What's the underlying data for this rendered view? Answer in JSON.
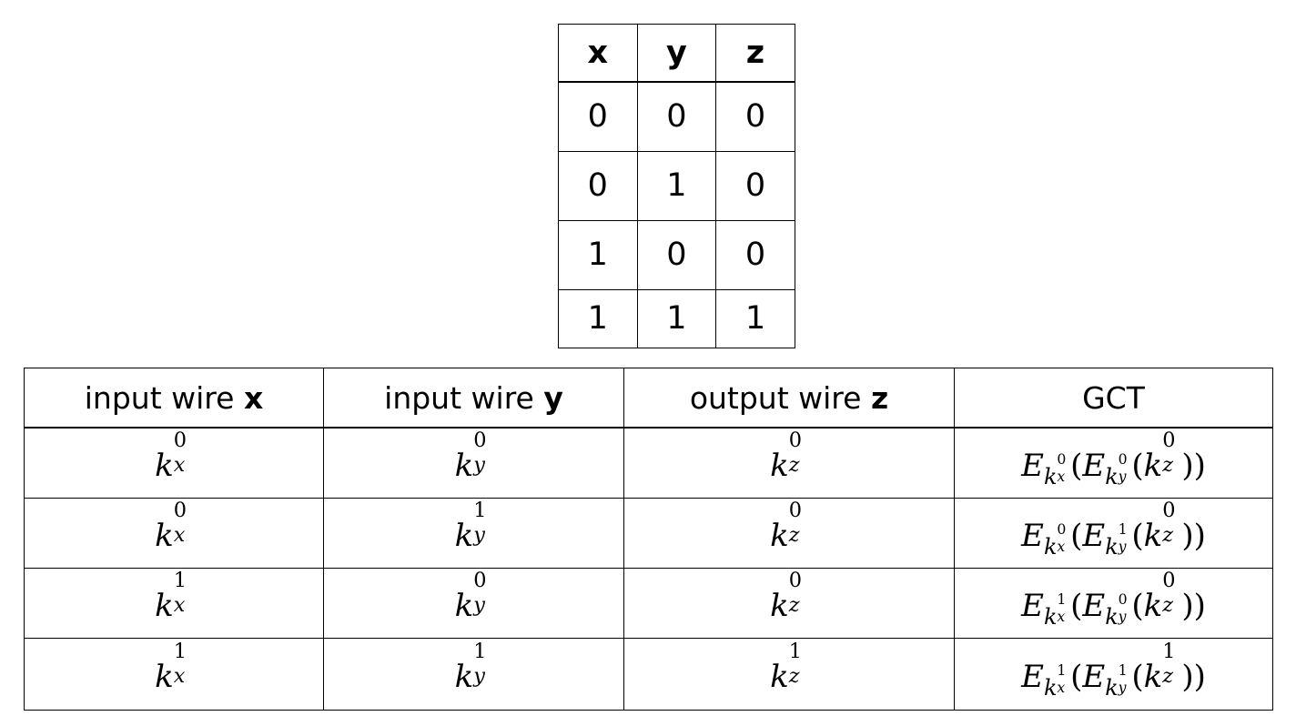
{
  "figure": {
    "kind": "garbled-circuit-tables",
    "description": "AND gate truth table and corresponding garbled computation table"
  },
  "truth_table": {
    "name": "and-gate-truth-table",
    "headers": [
      "x",
      "y",
      "z"
    ],
    "rows": [
      [
        "0",
        "0",
        "0"
      ],
      [
        "0",
        "1",
        "0"
      ],
      [
        "1",
        "0",
        "0"
      ],
      [
        "1",
        "1",
        "1"
      ]
    ]
  },
  "gct_table": {
    "name": "garbled-computation-table",
    "headers": [
      {
        "prefix": "input wire ",
        "variable": "x"
      },
      {
        "prefix": "input wire ",
        "variable": "y"
      },
      {
        "prefix": "output wire ",
        "variable": "z"
      },
      {
        "prefix": "GCT",
        "variable": ""
      }
    ],
    "rows": [
      {
        "x": {
          "base": "k",
          "sub": "x",
          "sup": "0"
        },
        "y": {
          "base": "k",
          "sub": "y",
          "sup": "0"
        },
        "z": {
          "base": "k",
          "sub": "z",
          "sup": "0"
        },
        "gct": {
          "outer": {
            "base": "E",
            "key": {
              "base": "k",
              "sub": "x",
              "sup": "0"
            }
          },
          "inner": {
            "base": "E",
            "key": {
              "base": "k",
              "sub": "y",
              "sup": "0"
            }
          },
          "payload": {
            "base": "k",
            "sub": "z",
            "sup": "0"
          },
          "text": "E_{k_x^0}(E_{k_y^0}(k_z^0))"
        }
      },
      {
        "x": {
          "base": "k",
          "sub": "x",
          "sup": "0"
        },
        "y": {
          "base": "k",
          "sub": "y",
          "sup": "1"
        },
        "z": {
          "base": "k",
          "sub": "z",
          "sup": "0"
        },
        "gct": {
          "outer": {
            "base": "E",
            "key": {
              "base": "k",
              "sub": "x",
              "sup": "0"
            }
          },
          "inner": {
            "base": "E",
            "key": {
              "base": "k",
              "sub": "y",
              "sup": "1"
            }
          },
          "payload": {
            "base": "k",
            "sub": "z",
            "sup": "0"
          },
          "text": "E_{k_x^0}(E_{k_y^1}(k_z^0))"
        }
      },
      {
        "x": {
          "base": "k",
          "sub": "x",
          "sup": "1"
        },
        "y": {
          "base": "k",
          "sub": "y",
          "sup": "0"
        },
        "z": {
          "base": "k",
          "sub": "z",
          "sup": "0"
        },
        "gct": {
          "outer": {
            "base": "E",
            "key": {
              "base": "k",
              "sub": "x",
              "sup": "1"
            }
          },
          "inner": {
            "base": "E",
            "key": {
              "base": "k",
              "sub": "y",
              "sup": "0"
            }
          },
          "payload": {
            "base": "k",
            "sub": "z",
            "sup": "0"
          },
          "text": "E_{k_x^1}(E_{k_y^0}(k_z^0))"
        }
      },
      {
        "x": {
          "base": "k",
          "sub": "x",
          "sup": "1"
        },
        "y": {
          "base": "k",
          "sub": "y",
          "sup": "1"
        },
        "z": {
          "base": "k",
          "sub": "z",
          "sup": "1"
        },
        "gct": {
          "outer": {
            "base": "E",
            "key": {
              "base": "k",
              "sub": "x",
              "sup": "1"
            }
          },
          "inner": {
            "base": "E",
            "key": {
              "base": "k",
              "sub": "y",
              "sup": "1"
            }
          },
          "payload": {
            "base": "k",
            "sub": "z",
            "sup": "1"
          },
          "text": "E_{k_x^1}(E_{k_y^1}(k_z^1))"
        }
      }
    ]
  },
  "colors": {
    "background": "#ffffff",
    "text": "#000000",
    "border": "#000000"
  }
}
